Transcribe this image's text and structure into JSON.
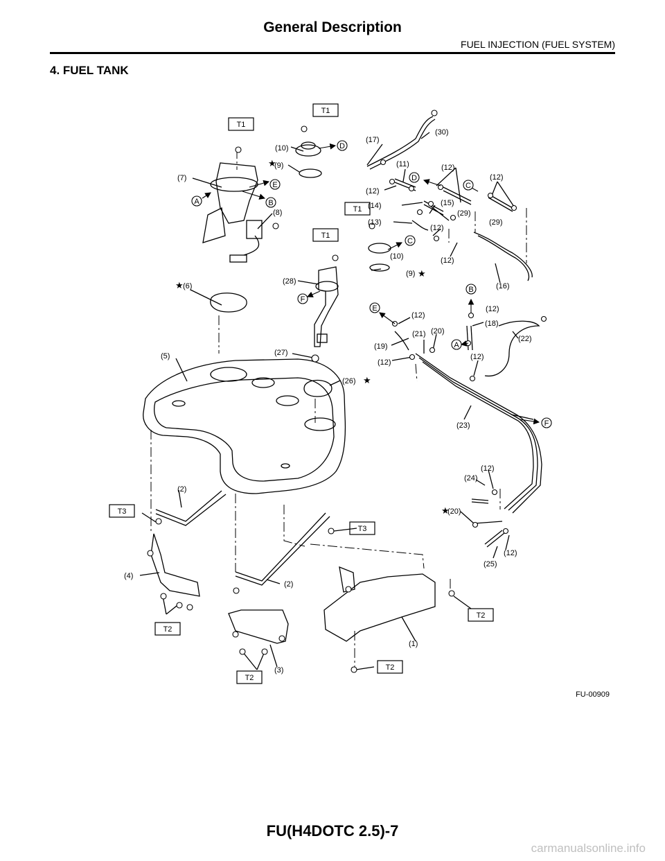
{
  "header": {
    "title": "General Description",
    "subtitle": "FUEL INJECTION (FUEL SYSTEM)"
  },
  "section_title": "4.  FUEL TANK",
  "figure_code": "FU-00909",
  "footer": "FU(H4DOTC 2.5)-7",
  "watermark": "carmanualsonline.info",
  "torque_boxes": [
    "T1",
    "T1",
    "T1",
    "T1",
    "T3",
    "T3",
    "T2",
    "T2",
    "T2",
    "T2"
  ],
  "connector_labels": [
    "A",
    "B",
    "E",
    "D",
    "D",
    "C",
    "C",
    "F",
    "E",
    "B",
    "A",
    "F"
  ],
  "part_labels": [
    "(1)",
    "(2)",
    "(2)",
    "(3)",
    "(4)",
    "(5)",
    "(6)",
    "(7)",
    "(8)",
    "(9)",
    "(9)",
    "(10)",
    "(10)",
    "(11)",
    "(12)",
    "(12)",
    "(12)",
    "(12)",
    "(12)",
    "(12)",
    "(12)",
    "(12)",
    "(12)",
    "(12)",
    "(12)",
    "(13)",
    "(14)",
    "(15)",
    "(16)",
    "(17)",
    "(18)",
    "(19)",
    "(20)",
    "(20)",
    "(21)",
    "(22)",
    "(23)",
    "(24)",
    "(25)",
    "(26)",
    "(27)",
    "(28)",
    "(29)",
    "(29)",
    "(30)"
  ]
}
